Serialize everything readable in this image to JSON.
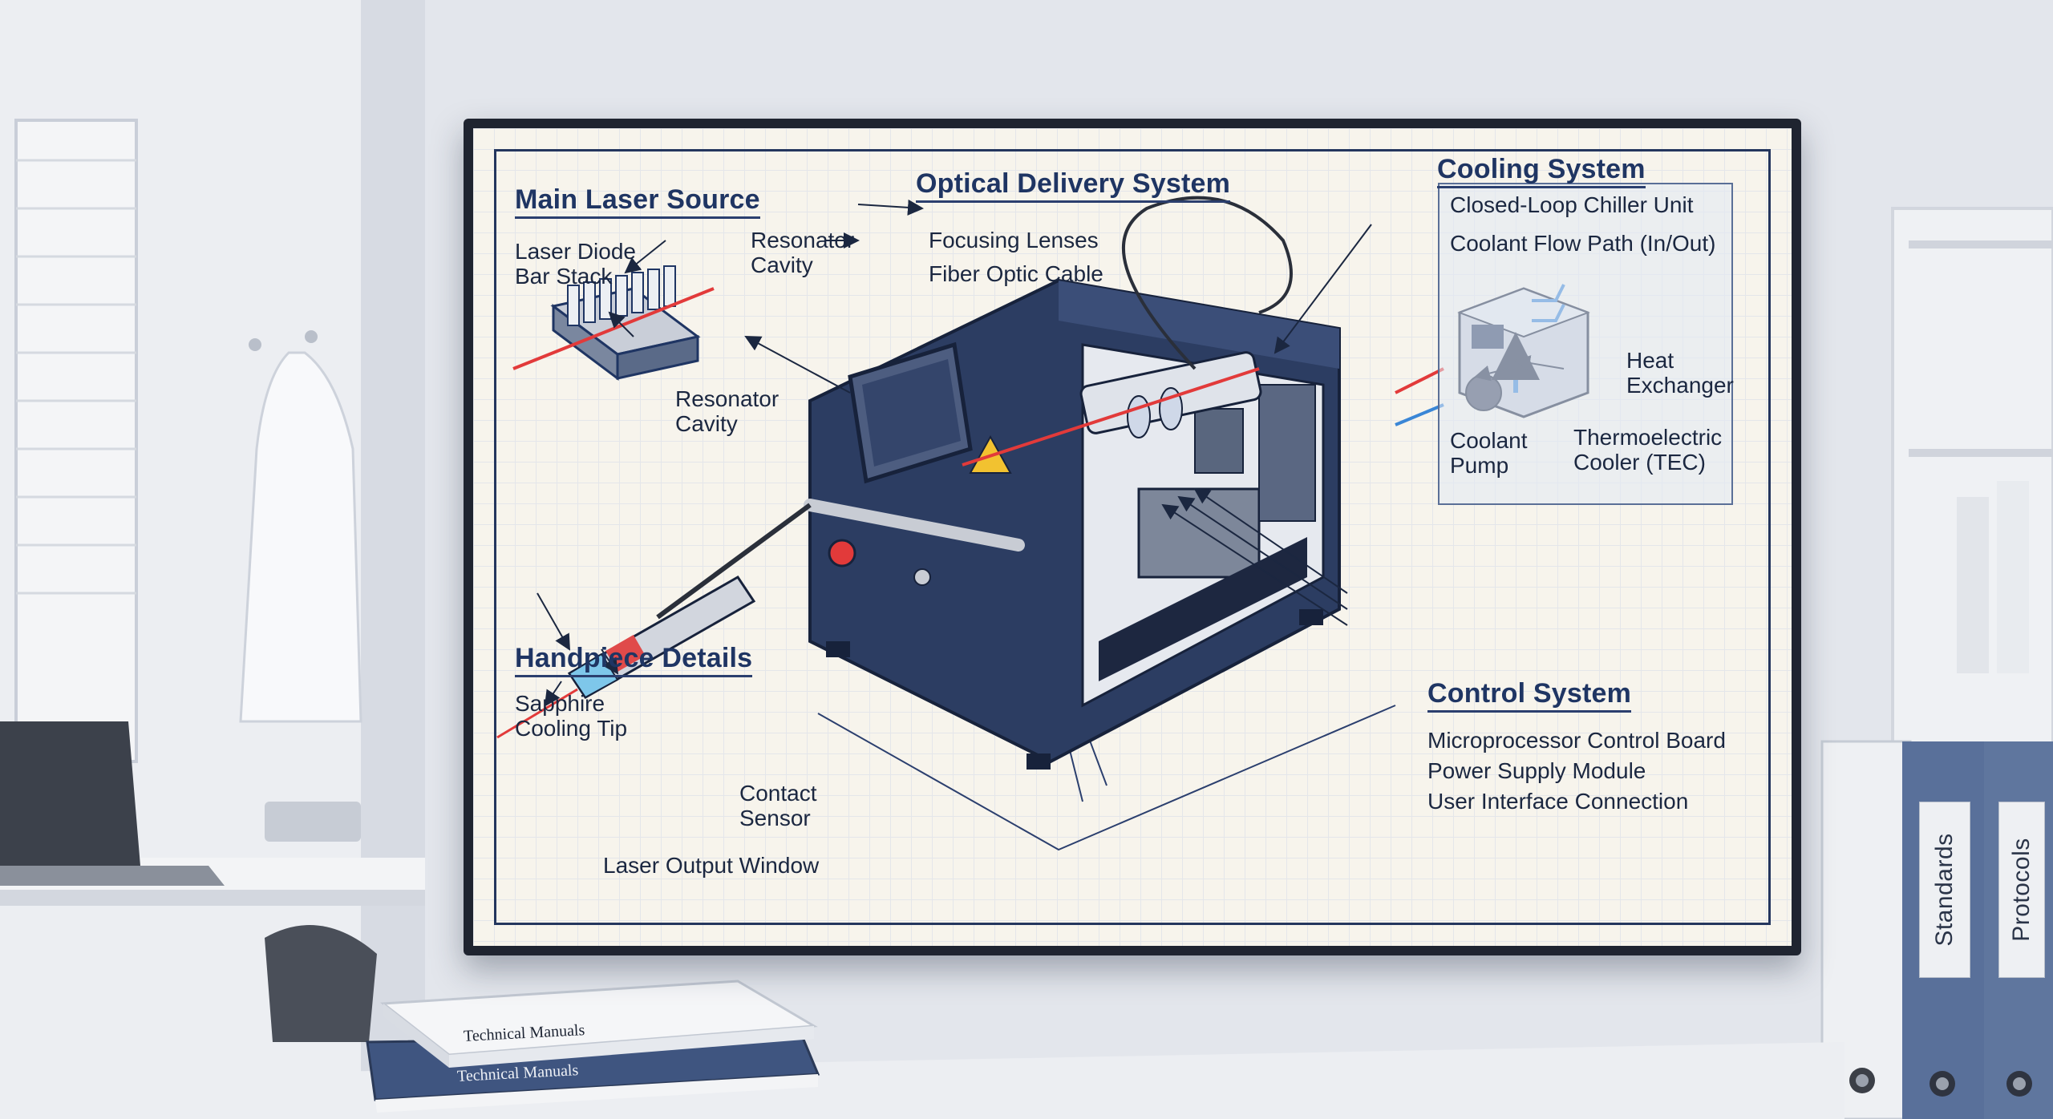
{
  "diagram": {
    "main_laser_source": {
      "heading": "Main Laser Source",
      "laser_diode_bar_stack": "Laser Diode\nBar Stack",
      "resonator_cavity_top": "Resonator\nCavity",
      "resonator_cavity_bottom": "Resonator\nCavity"
    },
    "optical_delivery": {
      "heading": "Optical Delivery System",
      "focusing_lenses": "Focusing Lenses",
      "fiber_optic_cable": "Fiber Optic Cable"
    },
    "cooling_system": {
      "heading": "Cooling System",
      "chiller": "Closed-Loop Chiller Unit",
      "coolant_flow": "Coolant Flow Path (In/Out)",
      "heat_exchanger": "Heat\nExchanger",
      "coolant_pump": "Coolant\nPump",
      "tec": "Thermoelectric\nCooler (TEC)"
    },
    "handpiece": {
      "heading": "Handpiece Details",
      "sapphire_tip": "Sapphire\nCooling Tip",
      "contact_sensor": "Contact\nSensor",
      "output_window": "Laser Output Window"
    },
    "control_system": {
      "heading": "Control System",
      "microprocessor": "Microprocessor Control Board",
      "power_supply": "Power Supply Module",
      "ui_connection": "User Interface Connection"
    }
  },
  "desk": {
    "book_top": "Technical Manuals",
    "book_bottom": "Technical Manuals"
  },
  "binders": {
    "standards": "Standards",
    "protocols": "Protocols"
  },
  "colors": {
    "navy": "#1f3563",
    "laser_red": "#e23a3a",
    "coolant_blue": "#3a86d6",
    "paper": "#f7f4ec"
  }
}
